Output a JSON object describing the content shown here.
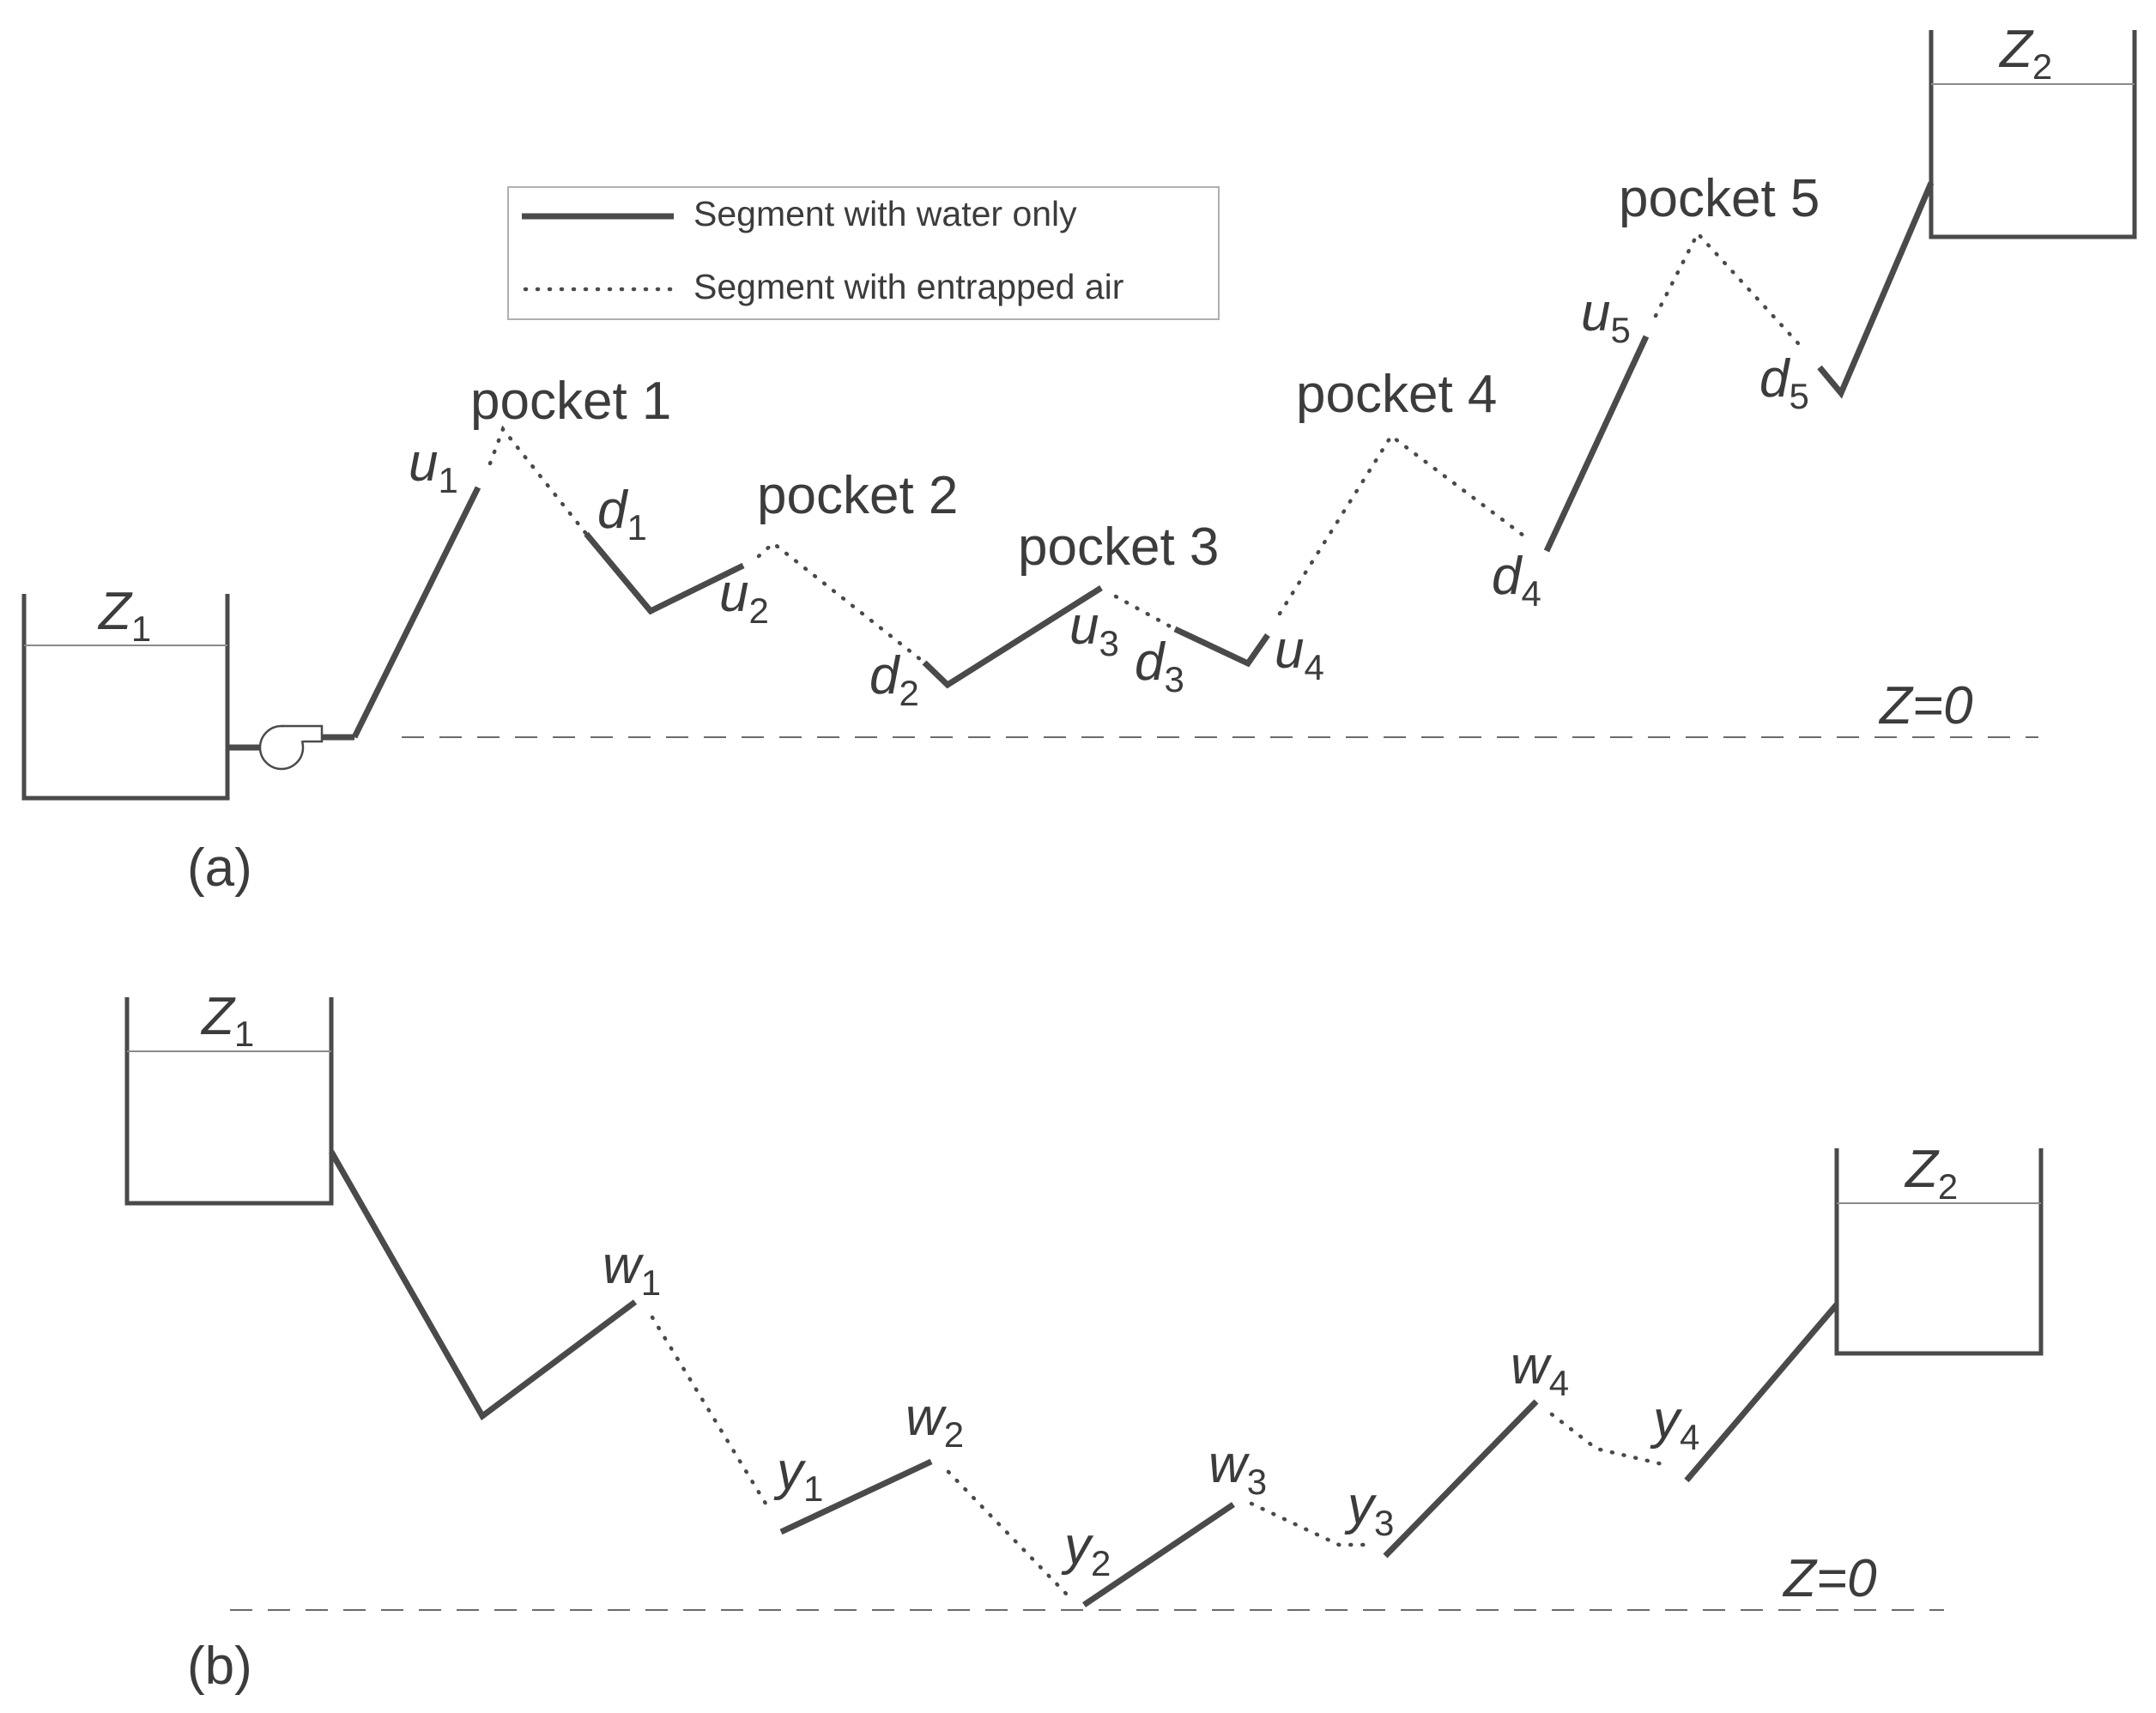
{
  "legend": {
    "water_label": "Segment with water only",
    "air_label": "Segment with entrapped air"
  },
  "panel_a": {
    "panel_label": "(a)",
    "tank1": {
      "base": "Z",
      "sub": "1"
    },
    "tank2": {
      "base": "Z",
      "sub": "2"
    },
    "datum": "Z=0",
    "pockets": [
      "pocket 1",
      "pocket 2",
      "pocket 3",
      "pocket 4",
      "pocket 5"
    ],
    "labels": [
      {
        "base": "u",
        "sub": "1"
      },
      {
        "base": "d",
        "sub": "1"
      },
      {
        "base": "u",
        "sub": "2"
      },
      {
        "base": "d",
        "sub": "2"
      },
      {
        "base": "u",
        "sub": "3"
      },
      {
        "base": "d",
        "sub": "3"
      },
      {
        "base": "u",
        "sub": "4"
      },
      {
        "base": "d",
        "sub": "4"
      },
      {
        "base": "u",
        "sub": "5"
      },
      {
        "base": "d",
        "sub": "5"
      }
    ]
  },
  "panel_b": {
    "panel_label": "(b)",
    "tank1": {
      "base": "Z",
      "sub": "1"
    },
    "tank2": {
      "base": "Z",
      "sub": "2"
    },
    "datum": "Z=0",
    "labels": [
      {
        "base": "w",
        "sub": "1"
      },
      {
        "base": "y",
        "sub": "1"
      },
      {
        "base": "w",
        "sub": "2"
      },
      {
        "base": "y",
        "sub": "2"
      },
      {
        "base": "w",
        "sub": "3"
      },
      {
        "base": "y",
        "sub": "3"
      },
      {
        "base": "w",
        "sub": "4"
      },
      {
        "base": "y",
        "sub": "4"
      }
    ]
  },
  "colors": {
    "line": "#4a4a4a",
    "text": "#3c3c3c",
    "water_level": "#8a8a8a"
  }
}
